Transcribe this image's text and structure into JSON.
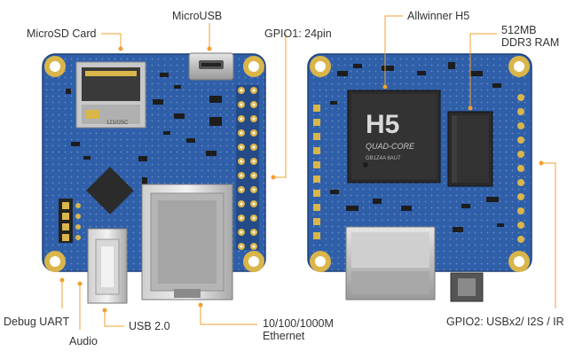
{
  "labels": {
    "microsd": "MicroSD Card",
    "microusb": "MicroUSB",
    "gpio1": "GPIO1: 24pin",
    "allwinner": "Allwinner H5",
    "ram_line1": "512MB",
    "ram_line2": "DDR3 RAM",
    "debug_uart": "Debug UART",
    "audio": "Audio",
    "usb2": "USB 2.0",
    "eth_line1": "10/100/1000M",
    "eth_line2": "Ethernet",
    "gpio2": "GPIO2: USBx2/ I2S / IR"
  },
  "silkscreen": {
    "chip_brand": "H5",
    "chip_sub": "QUAD-CORE",
    "chip_code": "H5",
    "chip_id": "GB1Z4A 6AU7",
    "sd_code": "121025C"
  },
  "colors": {
    "pcb": "#2f5fa8",
    "pcb_dark": "#274f8e",
    "pad_gold": "#d9b54a",
    "leader": "#f0a030",
    "text": "#333333"
  }
}
